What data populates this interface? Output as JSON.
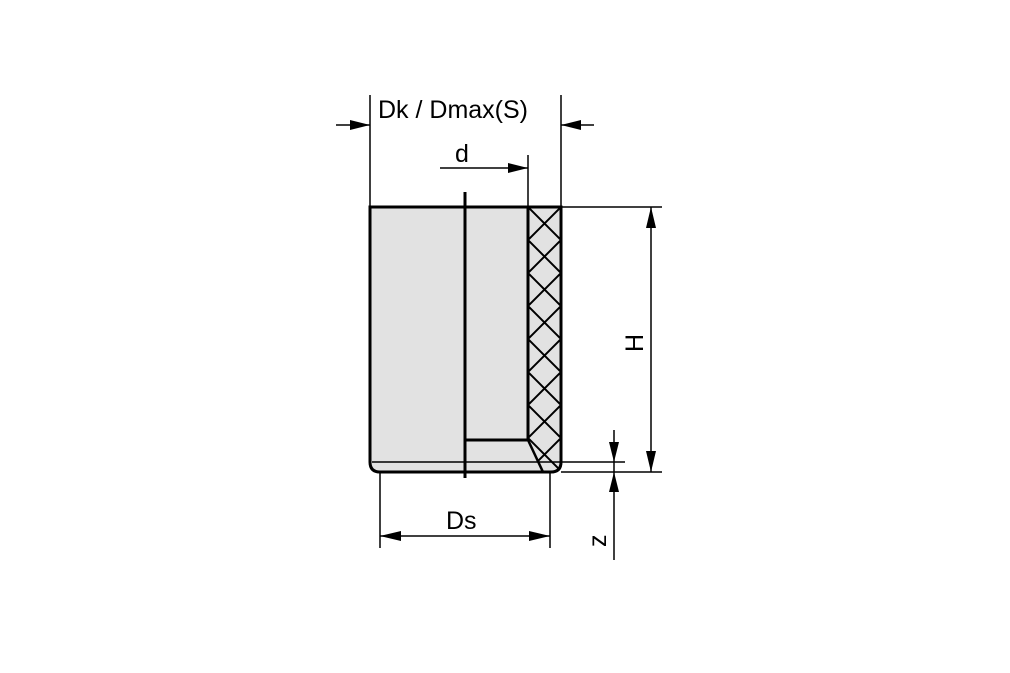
{
  "diagram": {
    "type": "technical-cross-section",
    "subject": "bushing / sleeve bearing with hatched liner",
    "colors": {
      "background": "#ffffff",
      "body_fill": "#e2e2e2",
      "line": "#000000"
    },
    "labels": {
      "outer_diameter": "Dk / Dmax(S)",
      "inner_diameter": "d",
      "height": "H",
      "shaft_diameter": "Ds",
      "offset": "z"
    }
  }
}
